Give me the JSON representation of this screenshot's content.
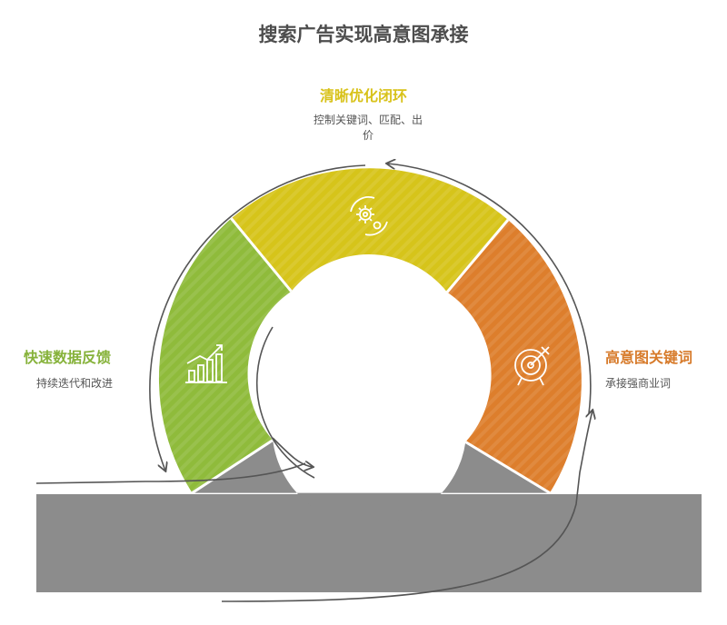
{
  "title": "搜索广告实现高意图承接",
  "segments": {
    "top": {
      "title": "清晰优化闭环",
      "desc_line1": "控制关键词、匹配、出",
      "desc_line2": "价",
      "icon": "gears-cycle-icon",
      "color": "#d6c41a"
    },
    "left": {
      "title": "快速数据反馈",
      "desc": "持续迭代和改进",
      "icon": "bar-chart-growth-icon",
      "color": "#8fbb3b"
    },
    "right": {
      "title": "高意图关键词",
      "desc": "承接强商业词",
      "icon": "target-arrow-icon",
      "color": "#dd7e2c"
    }
  },
  "colors": {
    "ground": "#8c8c8c",
    "arrow": "#555555",
    "title": "#4d4d4d"
  }
}
